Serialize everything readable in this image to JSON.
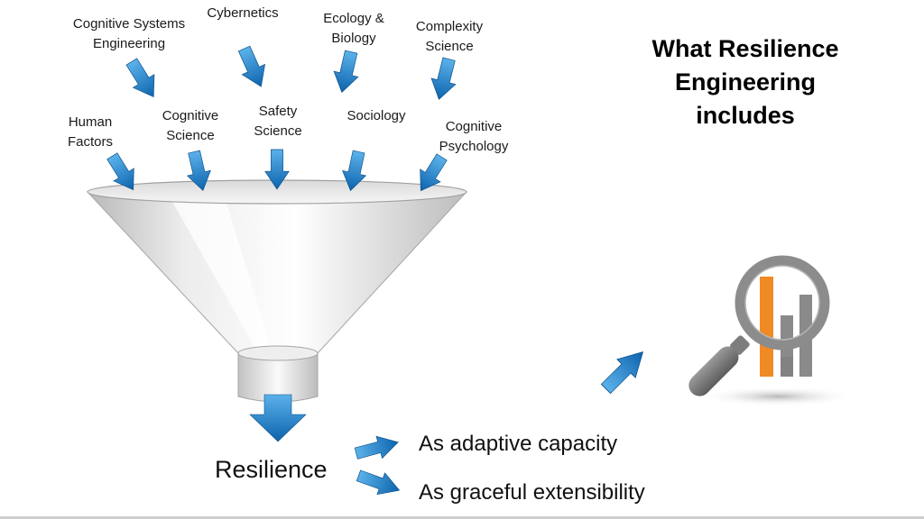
{
  "title_lines": [
    "What Resilience",
    "Engineering",
    "includes"
  ],
  "disciplines_top": [
    {
      "lines": [
        "Cognitive Systems",
        "Engineering"
      ]
    },
    {
      "lines": [
        "Cybernetics"
      ]
    },
    {
      "lines": [
        "Ecology &",
        "Biology"
      ]
    },
    {
      "lines": [
        "Complexity",
        "Science"
      ]
    }
  ],
  "disciplines_bottom": [
    {
      "lines": [
        "Human",
        "Factors"
      ]
    },
    {
      "lines": [
        "Cognitive",
        "Science"
      ]
    },
    {
      "lines": [
        "Safety",
        "Science"
      ]
    },
    {
      "lines": [
        "Sociology"
      ]
    },
    {
      "lines": [
        "Cognitive",
        "Psychology"
      ]
    }
  ],
  "result": "Resilience",
  "outcomes": [
    "As adaptive capacity",
    "As graceful extensibility"
  ],
  "colors": {
    "arrow_light": "#5bb2ea",
    "arrow_dark": "#0d63ad",
    "chart_orange": "#f08a24",
    "chart_gray": "#7f7f7f"
  },
  "icons": {
    "magnifier": "magnifying-glass-chart-icon"
  }
}
